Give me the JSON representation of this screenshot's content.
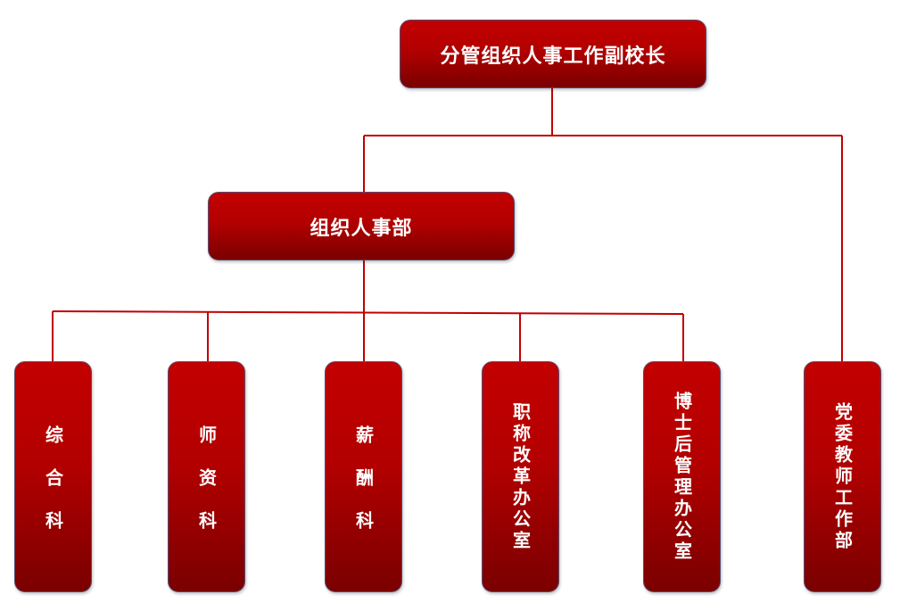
{
  "org": {
    "root": "分管组织人事工作副校长",
    "dept": "组织人事部",
    "units": [
      "综合科",
      "师资科",
      "薪酬科",
      "职称改革办公室",
      "博士后管理办公室"
    ],
    "party": "党委教师工作部"
  },
  "colors": {
    "box_fill": "#c00000",
    "box_fill_dark": "#7a0000",
    "connector": "#c00000"
  }
}
